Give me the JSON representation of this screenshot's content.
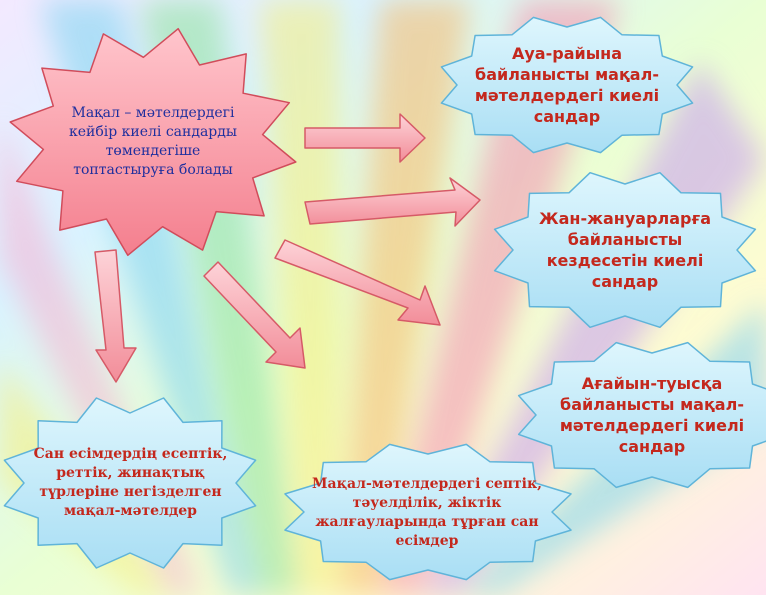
{
  "nodes": {
    "center": "Мақал – мәтелдердегі кейбір киелі сандарды төмендегіше топтастыруға болады",
    "top": "Ауа-райына байланысты мақал-мәтелдердегі киелі сандар",
    "middle": "Жан-жануарларға байланысты кездесетін киелі сандар",
    "right": "Ағайын-туысқа байланысты мақал-мәтелдердегі киелі сандар",
    "bottom_left": "Сан есімдердің есептік, реттік, жинақтық түрлеріне негізделген мақал-мәтелдер",
    "bottom_middle": "Мақал-мәтелдердегі септік, тәуелділік, жіктік жалғауларында тұрған сан есімдер"
  },
  "colors": {
    "center_fill": "#f8a3ad",
    "center_edge": "#d14c5b",
    "leaf_fill": "#c6ecf8",
    "leaf_edge": "#5fb4d9",
    "arrow_fill": "#f9b3ba",
    "arrow_edge": "#d65a67",
    "center_text": "#1f2f9e",
    "leaf_text": "#c4281d"
  }
}
